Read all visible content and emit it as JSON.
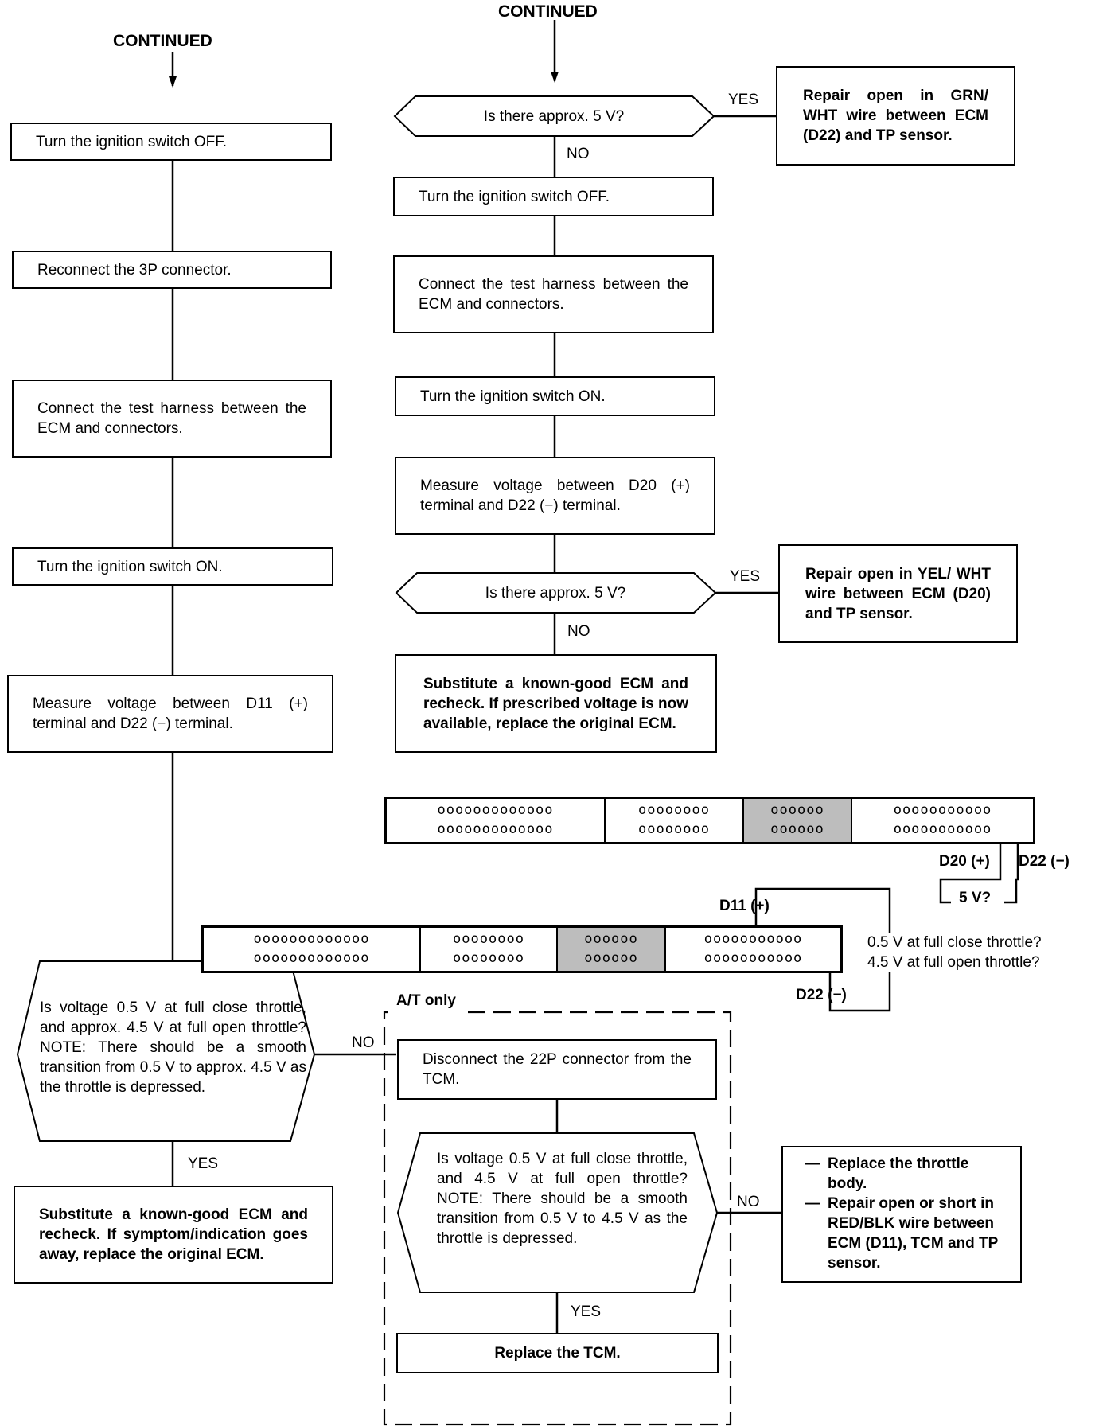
{
  "headers": {
    "left": "CONTINUED",
    "right": "CONTINUED"
  },
  "left_column": {
    "step1": "Turn the ignition switch OFF.",
    "step2": "Reconnect the 3P connector.",
    "step3": "Connect the test harness between the ECM and connectors.",
    "step4": "Turn the ignition switch ON.",
    "step5": "Measure voltage between D11 (+) terminal and D22 (−) terminal.",
    "decision": "Is voltage 0.5 V at full close throttle, and approx. 4.5 V at full open throttle? NOTE: There should be a smooth transition from 0.5 V to approx. 4.5 V as the throttle is depressed.",
    "yes_label": "YES",
    "no_label": "NO",
    "result_yes": "Substitute a known-good ECM and recheck. If symptom/indication goes away, replace the original ECM."
  },
  "right_column": {
    "decision1": "Is there approx. 5 V?",
    "decision1_yes_label": "YES",
    "decision1_yes_result": "Repair open in GRN/ WHT wire between ECM (D22) and TP sensor.",
    "decision1_no_label": "NO",
    "step1": "Turn the ignition switch OFF.",
    "step2": "Connect the test harness between the ECM and connectors.",
    "step3": "Turn the ignition switch ON.",
    "step4": "Measure voltage between D20 (+) terminal and D22 (−) terminal.",
    "decision2": "Is there approx. 5 V?",
    "decision2_yes_label": "YES",
    "decision2_yes_result": "Repair open in YEL/ WHT wire between ECM (D20) and TP sensor.",
    "decision2_no_label": "NO",
    "decision2_no_result": "Substitute a known-good ECM and recheck. If prescribed voltage is now available, replace the original ECM."
  },
  "connector_top": {
    "rows": {
      "seg1": [
        "ooooooooooooo",
        "ooooooooooooo"
      ],
      "seg2": [
        "oooooooo",
        "oooooooo"
      ],
      "seg3": [
        "oooooo",
        "oooooo"
      ],
      "seg4": [
        "ooooooooooo",
        "ooooooooooo"
      ]
    },
    "d20": "D20 (+)",
    "d22": "D22 (−)",
    "meter": "5 V?"
  },
  "connector_bottom": {
    "rows": {
      "seg1": [
        "ooooooooooooo",
        "ooooooooooooo"
      ],
      "seg2": [
        "oooooooo",
        "oooooooo"
      ],
      "seg3": [
        "oooooo",
        "oooooo"
      ],
      "seg4": [
        "ooooooooooo",
        "ooooooooooo"
      ]
    },
    "d11": "D11 (+)",
    "d22": "D22 (−)",
    "meter_line1": "0.5 V at full close throttle?",
    "meter_line2": "4.5 V at full open throttle?"
  },
  "at_only": {
    "label": "A/T only",
    "step1": "Disconnect the 22P connector from the TCM.",
    "decision": "Is voltage 0.5 V at full close throttle, and 4.5 V at full open throttle? NOTE: There should be a smooth transition from 0.5 V to 4.5 V as the throttle is depressed.",
    "yes_label": "YES",
    "no_label": "NO",
    "result_yes": "Replace the TCM.",
    "result_no_items": [
      "Replace the throttle body.",
      "Repair open or short in RED/BLK wire between ECM (D11), TCM and TP sensor."
    ]
  },
  "bullet_dash": "—"
}
